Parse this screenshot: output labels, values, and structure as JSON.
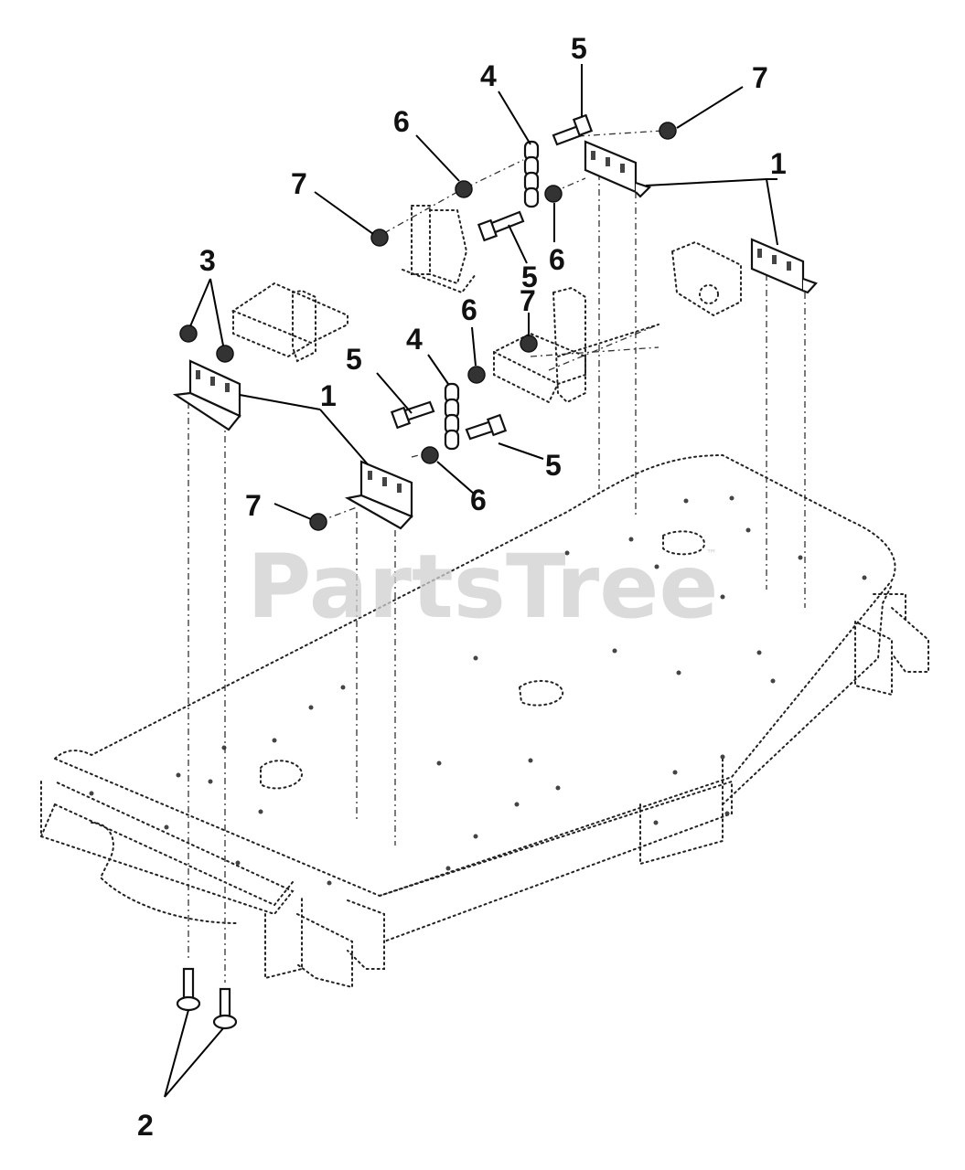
{
  "watermark": {
    "text": "PartsTree",
    "trademark": "™"
  },
  "callouts": [
    {
      "id": "c-1a",
      "label": "1"
    },
    {
      "id": "c-1b",
      "label": "1"
    },
    {
      "id": "c-2",
      "label": "2"
    },
    {
      "id": "c-3",
      "label": "3"
    },
    {
      "id": "c-4a",
      "label": "4"
    },
    {
      "id": "c-4b",
      "label": "4"
    },
    {
      "id": "c-5a",
      "label": "5"
    },
    {
      "id": "c-5b",
      "label": "5"
    },
    {
      "id": "c-5c",
      "label": "5"
    },
    {
      "id": "c-5d",
      "label": "5"
    },
    {
      "id": "c-6a",
      "label": "6"
    },
    {
      "id": "c-6b",
      "label": "6"
    },
    {
      "id": "c-6c",
      "label": "6"
    },
    {
      "id": "c-6d",
      "label": "6"
    },
    {
      "id": "c-7a",
      "label": "7"
    },
    {
      "id": "c-7b",
      "label": "7"
    },
    {
      "id": "c-7c",
      "label": "7"
    },
    {
      "id": "c-7d",
      "label": "7"
    }
  ]
}
